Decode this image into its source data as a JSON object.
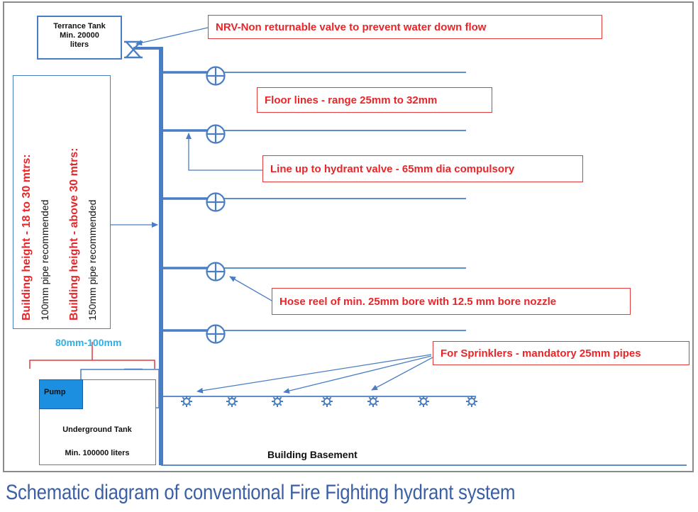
{
  "terrace_tank": {
    "line1": "Terrance Tank",
    "line2": "Min. 20000",
    "line3": "liters"
  },
  "callouts": {
    "nrv": "NRV-Non returnable valve to prevent water down flow",
    "floor_lines": "Floor lines - range 25mm to 32mm",
    "hydrant_line": "Line up to hydrant valve - 65mm dia compulsory",
    "hose_reel": "Hose reel of min. 25mm bore with 12.5 mm bore nozzle",
    "sprinklers": "For Sprinklers - mandatory 25mm pipes"
  },
  "building_height": {
    "low_title": "Building height - 18 to 30 mtrs:",
    "low_note": "100mm pipe recommended",
    "high_title": "Building height - above 30 mtrs:",
    "high_note": "150mm pipe recommended"
  },
  "pump_line_size": "80mm-100mm",
  "pump_label": "Pump",
  "underground_tank": {
    "line1": "Underground Tank",
    "line2": "Min. 100000 liters"
  },
  "basement_label": "Building Basement",
  "caption": "Schematic diagram of conventional Fire Fighting hydrant system",
  "colors": {
    "pipe": "#4a7ec4",
    "callout_text": "#e8262a",
    "callout_border": "#e23b3b",
    "dimension": "#2ab0e8",
    "pump": "#1d8fe0",
    "caption": "#3b5fa6"
  }
}
